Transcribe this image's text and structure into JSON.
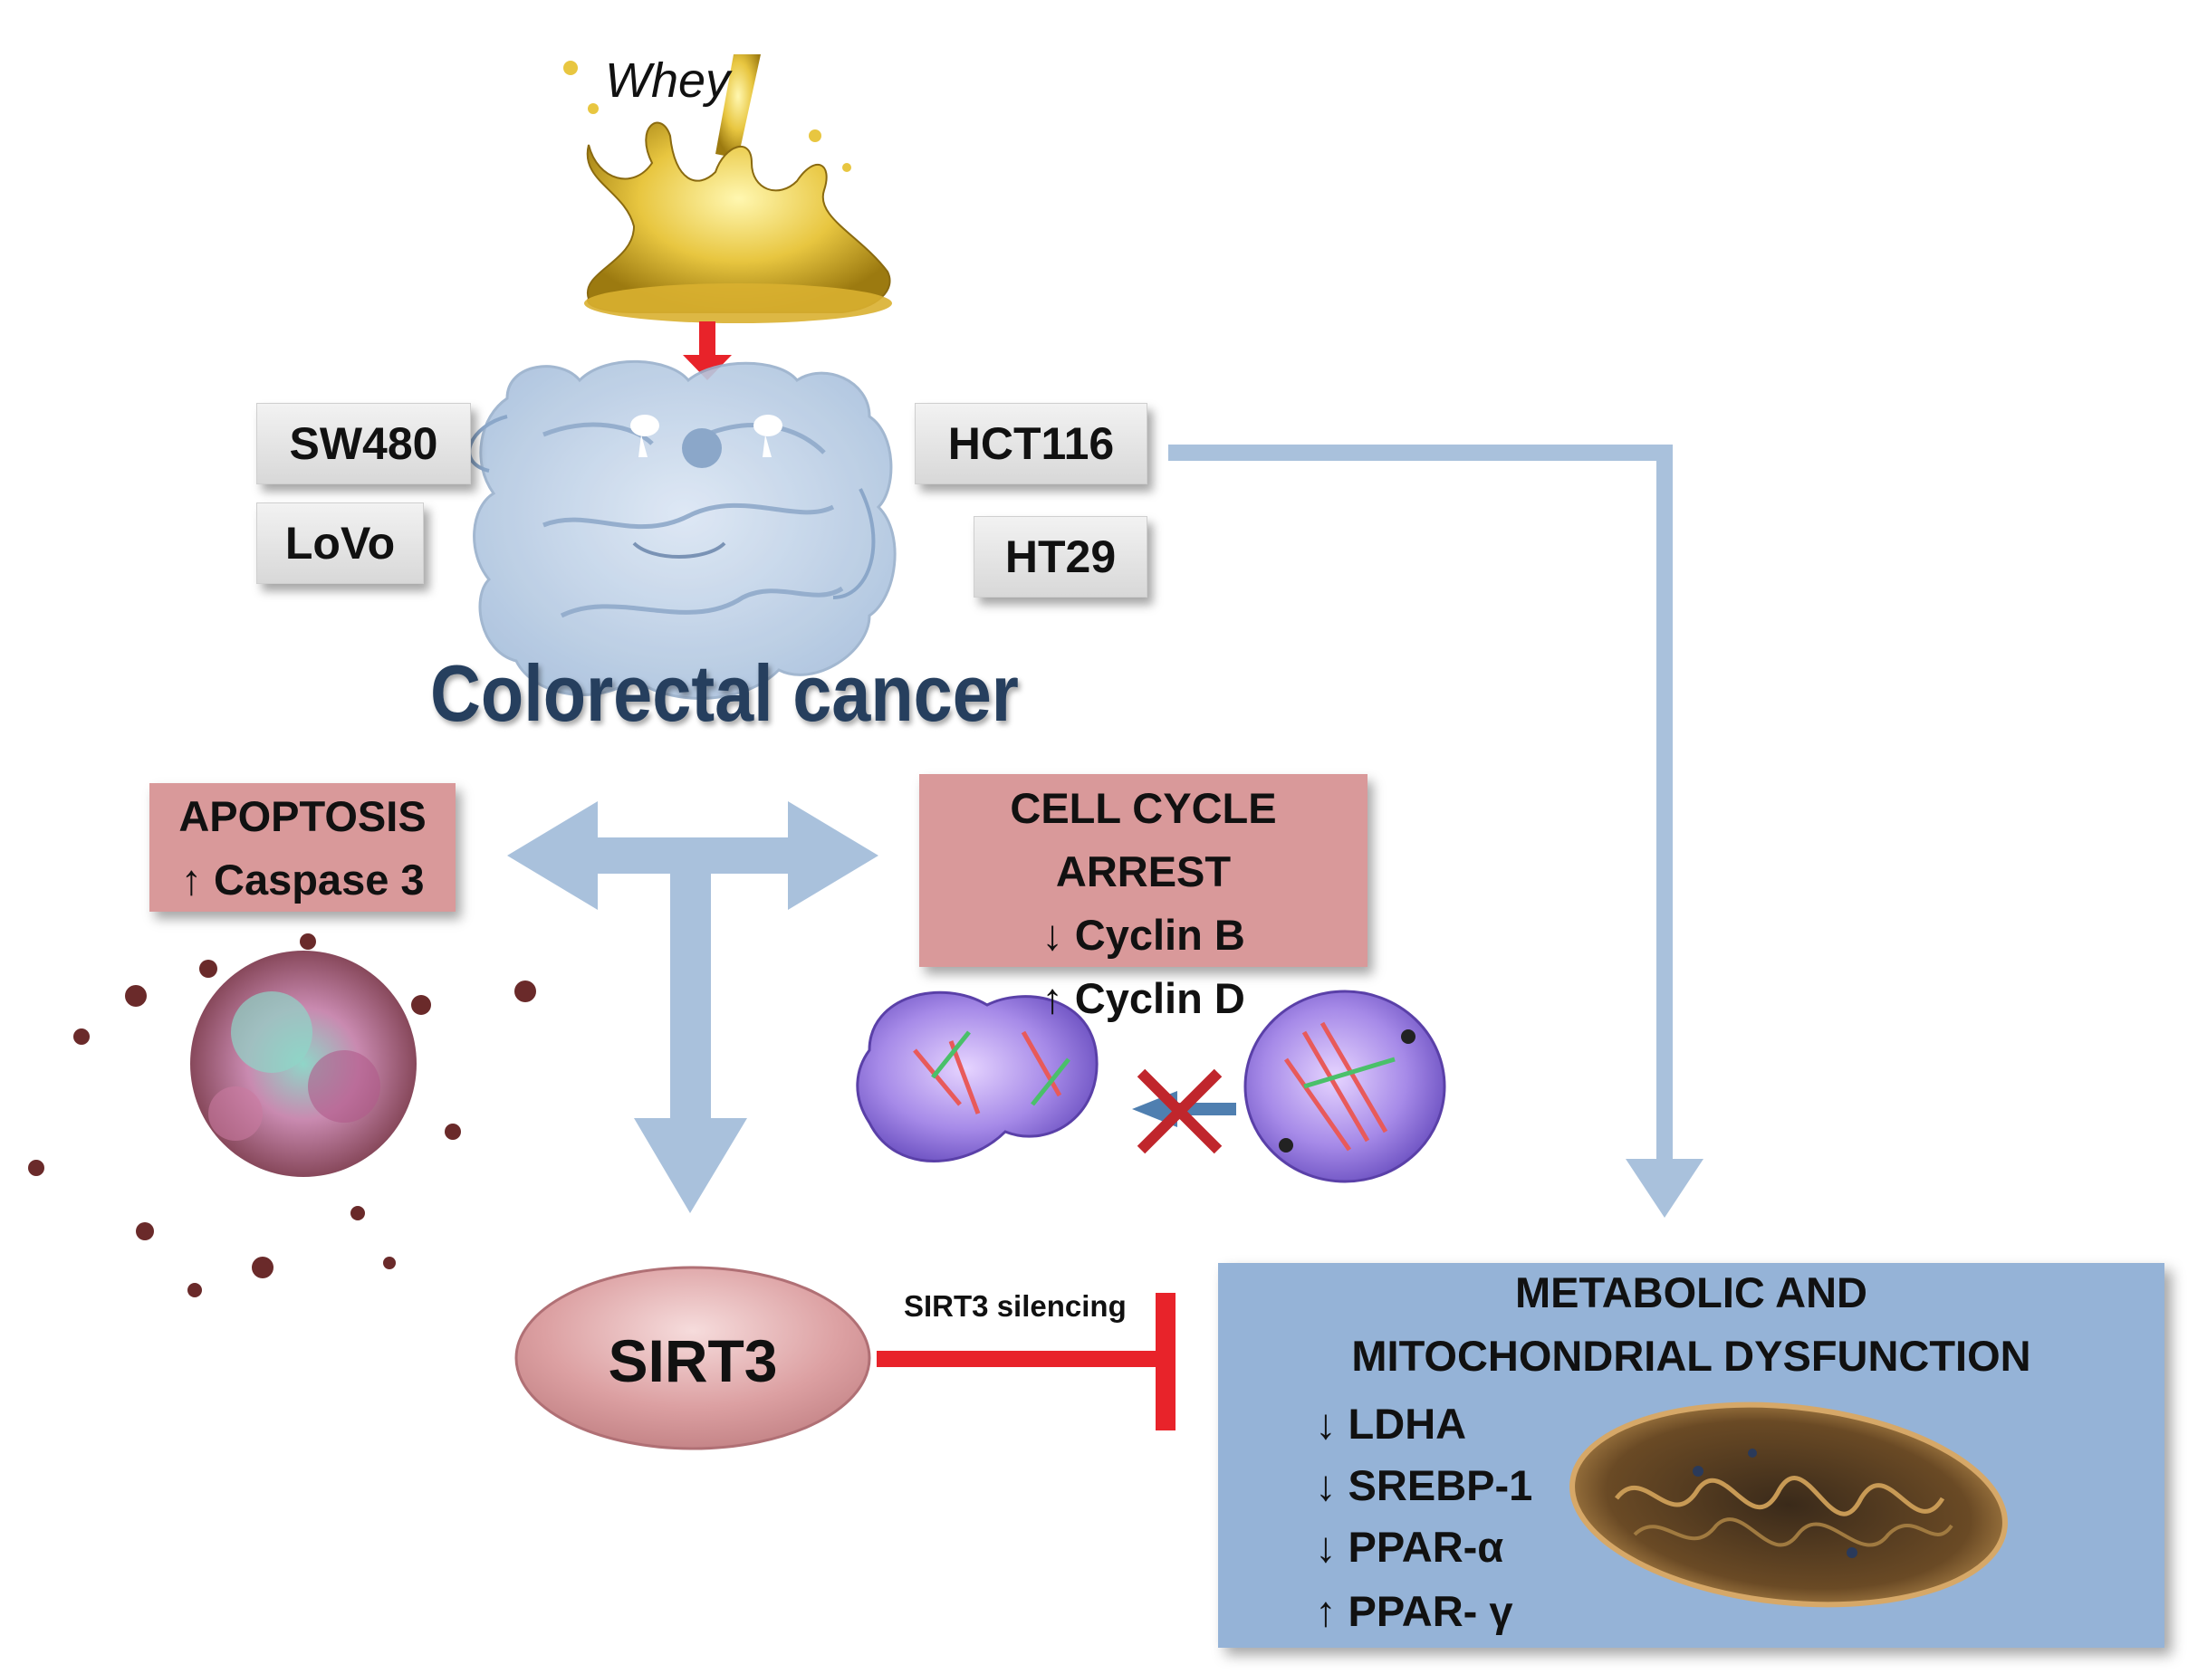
{
  "title_source": "Whey",
  "cell_lines": {
    "left_top": "SW480",
    "left_bottom": "LoVo",
    "right_top": "HCT116",
    "right_bottom": "HT29"
  },
  "disease_label": "Colorectal cancer",
  "apoptosis": {
    "title": "APOPTOSIS",
    "marker": "↑ Caspase 3"
  },
  "cell_cycle": {
    "title": "CELL CYCLE ARREST",
    "marker_1": "↓ Cyclin B",
    "marker_2": "↑ Cyclin D"
  },
  "sirt3": {
    "label": "SIRT3",
    "inhibition_label": "SIRT3 silencing"
  },
  "metabolic": {
    "title_line_1": "METABOLIC AND",
    "title_line_2": "MITOCHONDRIAL DYSFUNCTION",
    "markers": [
      "↓ LDHA",
      "↓ SREBP-1",
      "↓ PPAR-α",
      "↑ PPAR- γ"
    ]
  },
  "colors": {
    "arrow_blue": "#a9c1dc",
    "inhibit_red": "#e8232a",
    "pink_box": "#d9999a",
    "blue_box": "#95b3d7",
    "whey_gold": "#e8c640"
  }
}
